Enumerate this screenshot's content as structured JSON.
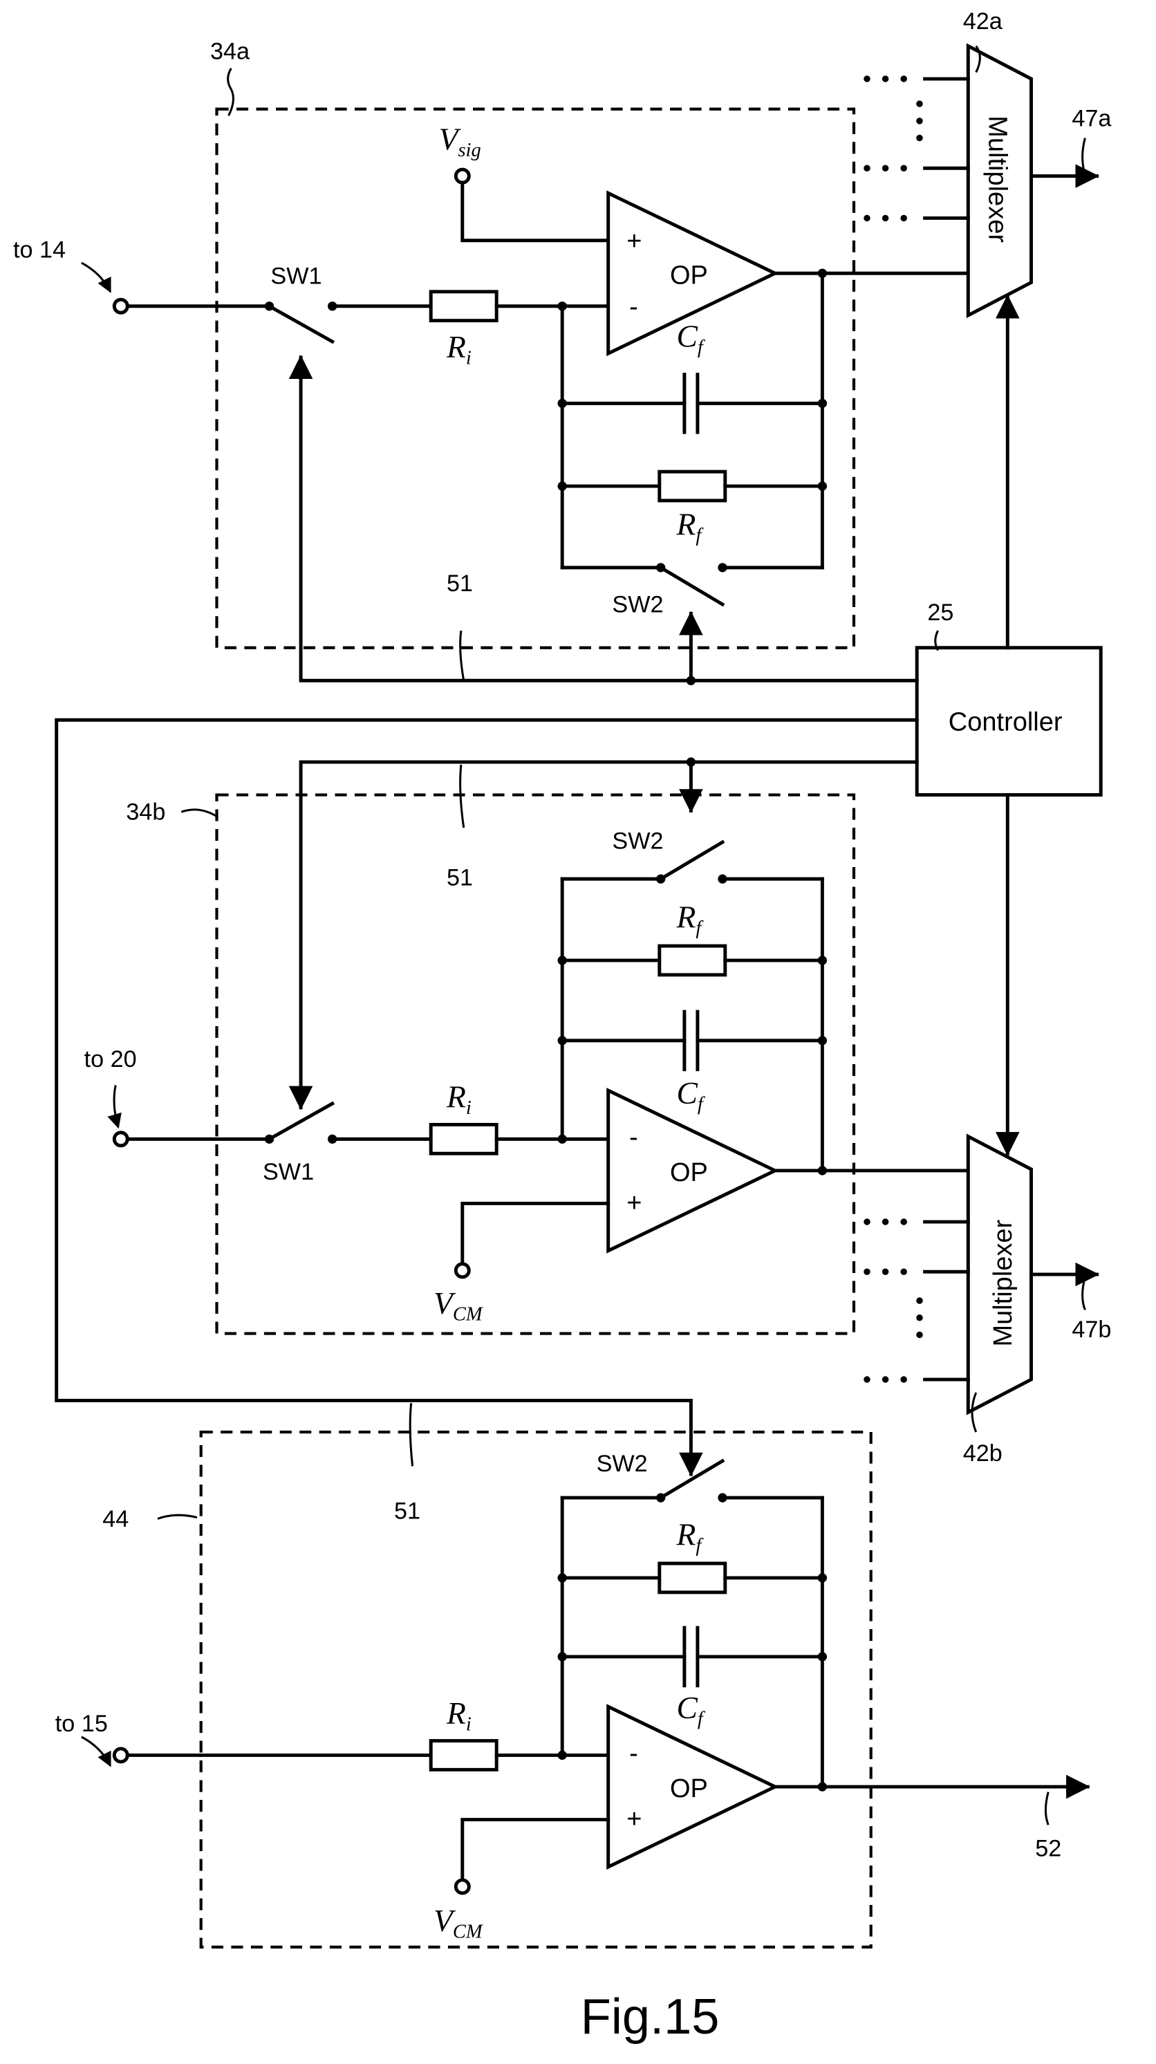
{
  "figure": {
    "caption": "Fig.15"
  },
  "controller": {
    "ref": "25",
    "label": "Controller"
  },
  "control_line_ref": "51",
  "blocks": [
    {
      "id": "34a",
      "ref": "34a",
      "input_label": "to 14",
      "sw1": "SW1",
      "sw2": "SW2",
      "ri": {
        "main": "R",
        "sub": "i"
      },
      "rf": {
        "main": "R",
        "sub": "f"
      },
      "cf": {
        "main": "C",
        "sub": "f"
      },
      "op": "OP",
      "plus": "+",
      "minus": "-",
      "ref_input": {
        "main": "V",
        "sub": "sig"
      },
      "line_ref": "51"
    },
    {
      "id": "34b",
      "ref": "34b",
      "input_label": "to 20",
      "sw1": "SW1",
      "sw2": "SW2",
      "ri": {
        "main": "R",
        "sub": "i"
      },
      "rf": {
        "main": "R",
        "sub": "f"
      },
      "cf": {
        "main": "C",
        "sub": "f"
      },
      "op": "OP",
      "plus": "+",
      "minus": "-",
      "ref_input": {
        "main": "V",
        "sub": "CM"
      },
      "line_ref": "51"
    },
    {
      "id": "44",
      "ref": "44",
      "input_label": "to 15",
      "sw2": "SW2",
      "ri": {
        "main": "R",
        "sub": "i"
      },
      "rf": {
        "main": "R",
        "sub": "f"
      },
      "cf": {
        "main": "C",
        "sub": "f"
      },
      "op": "OP",
      "plus": "+",
      "minus": "-",
      "ref_input": {
        "main": "V",
        "sub": "CM"
      },
      "line_ref": "51",
      "output_ref": "52"
    }
  ],
  "multiplexers": [
    {
      "ref": "42a",
      "label": "Multiplexer",
      "output_ref": "47a"
    },
    {
      "ref": "42b",
      "label": "Multiplexer",
      "output_ref": "47b"
    }
  ]
}
